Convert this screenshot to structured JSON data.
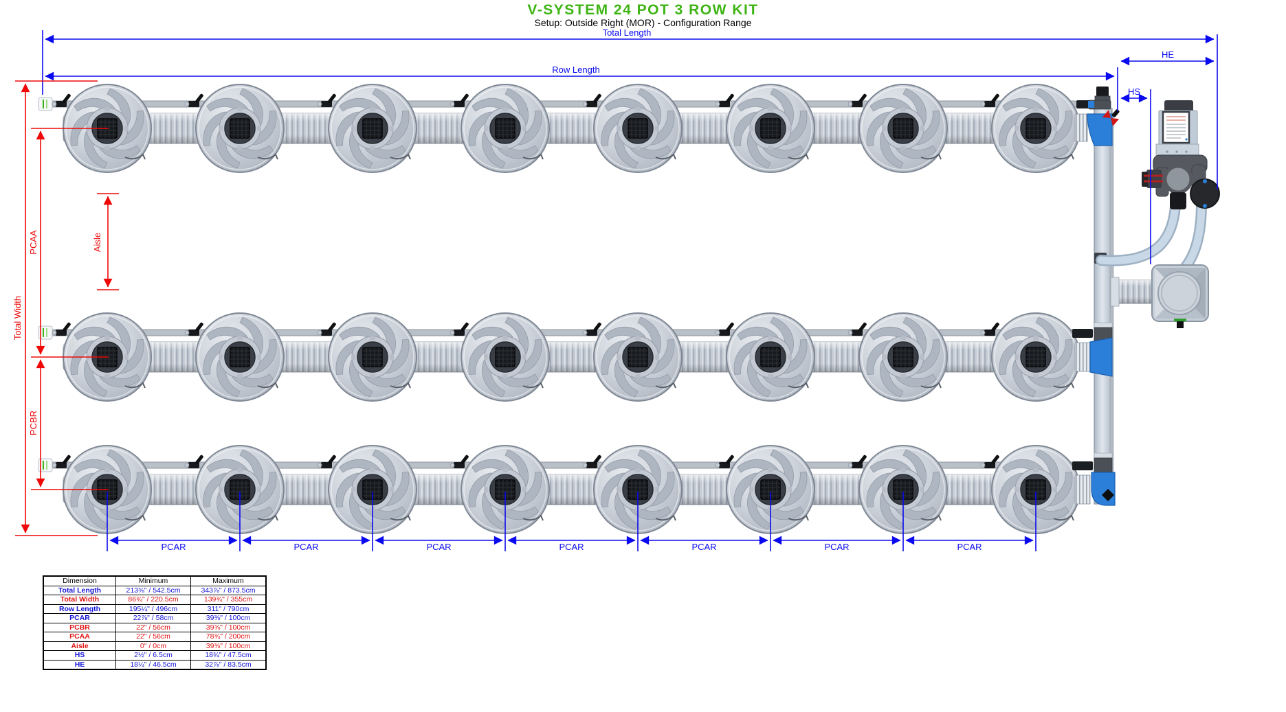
{
  "title": "V-SYSTEM 24 POT 3 ROW KIT",
  "subtitle": "Setup: Outside Right (MOR) - Configuration Range",
  "colors": {
    "accent_green": "#3eb414",
    "dim_blue": "#0a0af0",
    "dim_red": "#ee0808",
    "pipe_blue": "#2b7fd9"
  },
  "labels": {
    "total_length": "Total Length",
    "row_length": "Row Length",
    "he": "HE",
    "hs": "HS",
    "total_width": "Total Width",
    "pcaa": "PCAA",
    "pcbr": "PCBR",
    "aisle": "Aisle",
    "pcar": "PCAR"
  },
  "diagram": {
    "rows": 3,
    "pots_per_row": 8,
    "pcar_segments": 7
  },
  "table": {
    "headers": [
      "Dimension",
      "Minimum",
      "Maximum"
    ],
    "rows": [
      {
        "name": "Total Length",
        "min": "213⅜\" / 542.5cm",
        "max": "343⅞\" / 873.5cm",
        "color": "blue"
      },
      {
        "name": "Total Width",
        "min": "86¾\" / 220.5cm",
        "max": "139¾\" / 355cm",
        "color": "red"
      },
      {
        "name": "Row Length",
        "min": "195¼\" / 496cm",
        "max": "311\" / 790cm",
        "color": "blue"
      },
      {
        "name": "PCAR",
        "min": "22⅞\" / 58cm",
        "max": "39⅜\" / 100cm",
        "color": "blue"
      },
      {
        "name": "PCBR",
        "min": "22\" / 56cm",
        "max": "39⅜\" / 100cm",
        "color": "red"
      },
      {
        "name": "PCAA",
        "min": "22\" / 56cm",
        "max": "78¾\" / 200cm",
        "color": "red"
      },
      {
        "name": "Aisle",
        "min": "0\" / 0cm",
        "max": "39⅜\" / 100cm",
        "color": "red"
      },
      {
        "name": "HS",
        "min": "2½\" / 6.5cm",
        "max": "18¾\" / 47.5cm",
        "color": "blue"
      },
      {
        "name": "HE",
        "min": "18¼\" / 46.5cm",
        "max": "32⅞\" / 83.5cm",
        "color": "blue"
      }
    ]
  }
}
